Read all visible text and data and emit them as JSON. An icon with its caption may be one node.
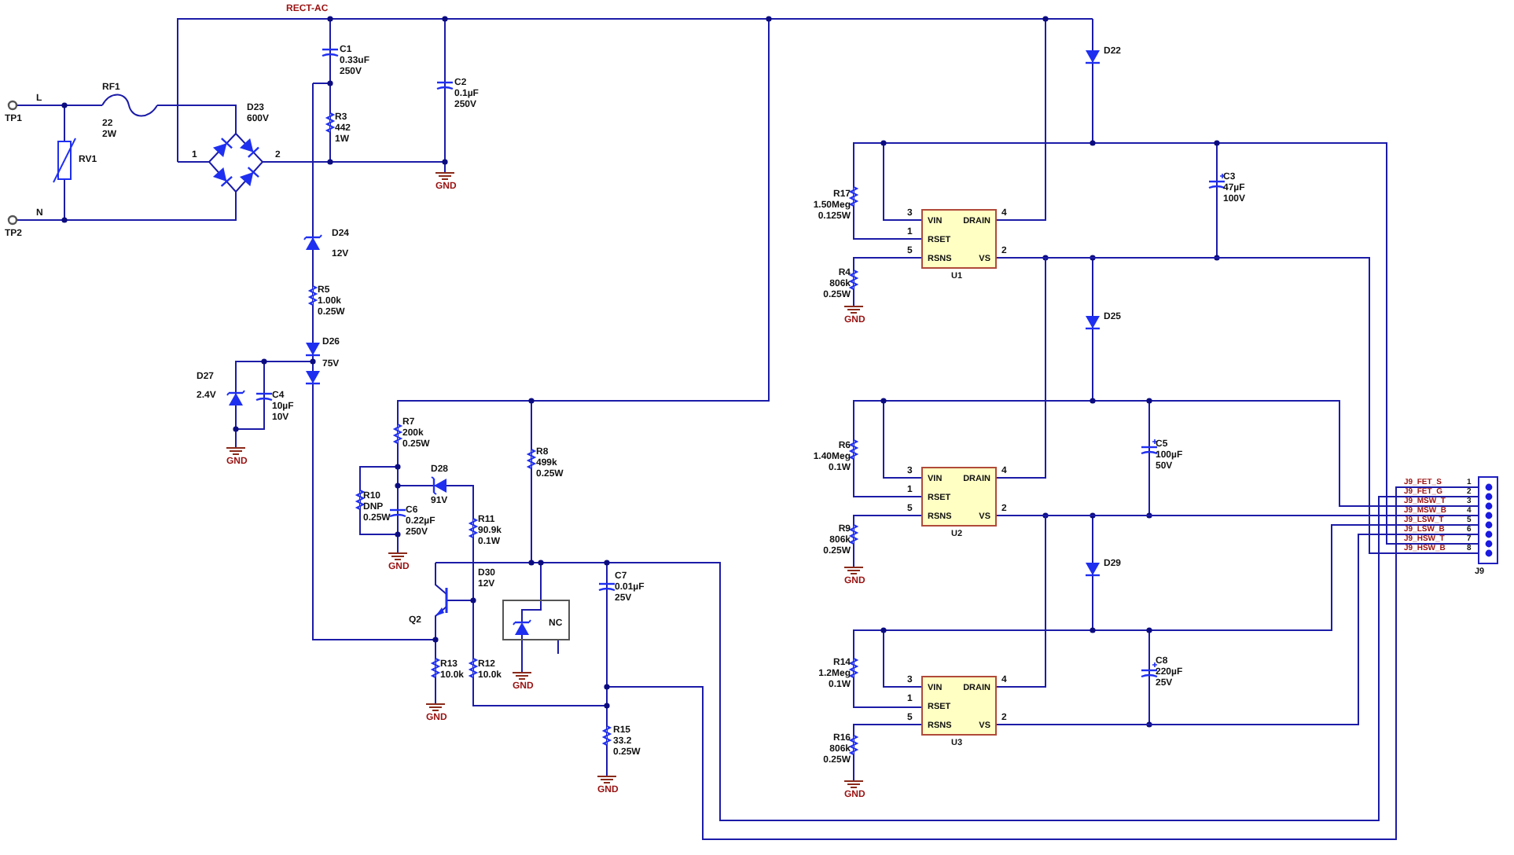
{
  "diagram": {
    "nodes": [
      {
        "text": [
          "VIN",
          "RSET",
          "RSNS",
          "DRAIN",
          "VS",
          "U1"
        ]
      },
      {
        "text": [
          "VIN",
          "RSET",
          "RSNS",
          "DRAIN",
          "VS",
          "U2"
        ]
      },
      {
        "text": [
          "VIN",
          "RSET",
          "RSNS",
          "DRAIN",
          "VS",
          "U3"
        ]
      },
      {
        "text": [
          "J9"
        ]
      }
    ],
    "edges": [
      {
        "from": 0,
        "to": 1,
        "arrow": "none"
      },
      {
        "from": 1,
        "to": 2,
        "arrow": "none"
      },
      {
        "from": 0,
        "to": 3,
        "arrow": "none"
      },
      {
        "from": 1,
        "to": 3,
        "arrow": "none"
      },
      {
        "from": 2,
        "to": 3,
        "arrow": "none"
      }
    ],
    "labels": [
      "RECT-AC",
      "TP1",
      "L",
      "TP2",
      "N",
      "RF1",
      "22",
      "2W",
      "RV1",
      "D23",
      "600V",
      "1",
      "2",
      "C1",
      "0.33uF",
      "250V",
      "R3",
      "442",
      "1W",
      "C2",
      "0.1µF",
      "250V",
      "GND",
      "D24",
      "12V",
      "R5",
      "1.00k",
      "0.25W",
      "D26",
      "75V",
      "D27",
      "2.4V",
      "C4",
      "10µF",
      "10V",
      "GND",
      "R7",
      "200k",
      "0.25W",
      "D28",
      "91V",
      "R10",
      "DNP",
      "0.25W",
      "C6",
      "0.22µF",
      "250V",
      "GND",
      "R11",
      "90.9k",
      "0.1W",
      "Q2",
      "R13",
      "10.0k",
      "R12",
      "10.0k",
      "GND",
      "R8",
      "499k",
      "0.25W",
      "D30",
      "12V",
      "NC",
      "GND",
      "C7",
      "0.01µF",
      "25V",
      "R15",
      "33.2",
      "0.25W",
      "GND",
      "R17",
      "1.50Meg",
      "0.125W",
      "3",
      "1",
      "5",
      "4",
      "2",
      "R4",
      "806k",
      "0.25W",
      "GND",
      "D22",
      "C3",
      "47µF",
      "100V",
      "D25",
      "R6",
      "1.40Meg",
      "0.1W",
      "3",
      "1",
      "5",
      "4",
      "2",
      "R9",
      "806k",
      "0.25W",
      "GND",
      "C5",
      "100µF",
      "50V",
      "D29",
      "R14",
      "1.2Meg",
      "0.1W",
      "3",
      "1",
      "5",
      "4",
      "2",
      "R16",
      "806k",
      "0.25W",
      "GND",
      "C8",
      "220µF",
      "25V",
      "J9_FET_S",
      "J9_FET_G",
      "J9_MSW_T",
      "J9_MSW_B",
      "J9_LSW_T",
      "J9_LSW_B",
      "J9_HSW_T",
      "J9_HSW_B",
      "1",
      "2",
      "3",
      "4",
      "5",
      "6",
      "7",
      "8"
    ]
  }
}
